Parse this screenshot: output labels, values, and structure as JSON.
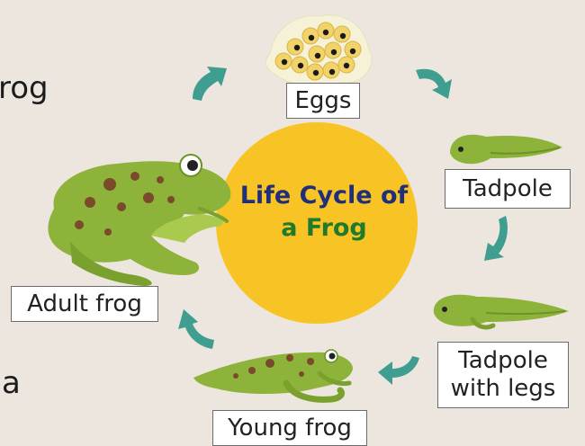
{
  "title": {
    "line1": "Life Cycle of",
    "line2": "a Frog"
  },
  "stages": {
    "eggs": "Eggs",
    "tadpole": "Tadpole",
    "tadpole_with_legs_line1": "Tadpole",
    "tadpole_with_legs_line2": "with legs",
    "young_frog": "Young frog",
    "adult_frog": "Adult frog"
  },
  "cropped_text": {
    "top_left": "rog",
    "bottom_left": "a"
  },
  "colors": {
    "background": "#ede6df",
    "center_circle": "#f7c325",
    "title_line1": "#1f2f7a",
    "title_line2": "#1f7a2a",
    "arrow": "#3f9e90",
    "frog_green": "#8db33a",
    "frog_spots": "#7a4a2a"
  },
  "icons": [
    "egg-cluster-icon",
    "tadpole-icon",
    "tadpole-with-legs-icon",
    "young-frog-icon",
    "adult-frog-icon",
    "cycle-arrow-icon"
  ]
}
